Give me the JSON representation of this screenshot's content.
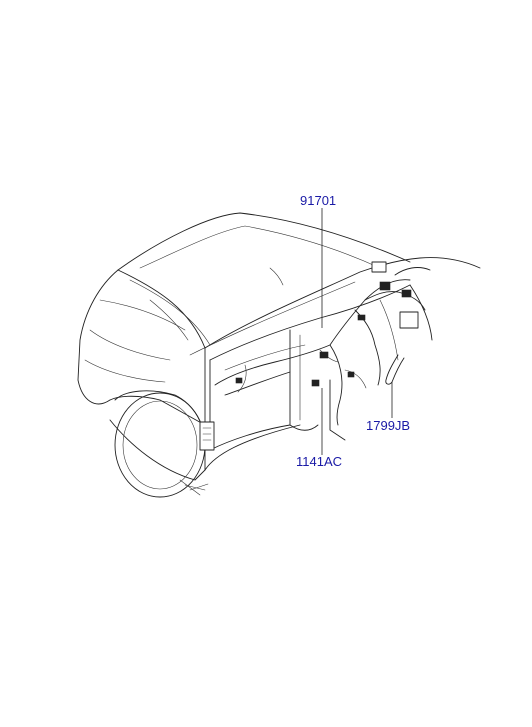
{
  "callouts": [
    {
      "id": "harness-main",
      "label": "91701"
    },
    {
      "id": "clip",
      "label": "1799JB"
    },
    {
      "id": "bolt",
      "label": "1141AC"
    }
  ]
}
